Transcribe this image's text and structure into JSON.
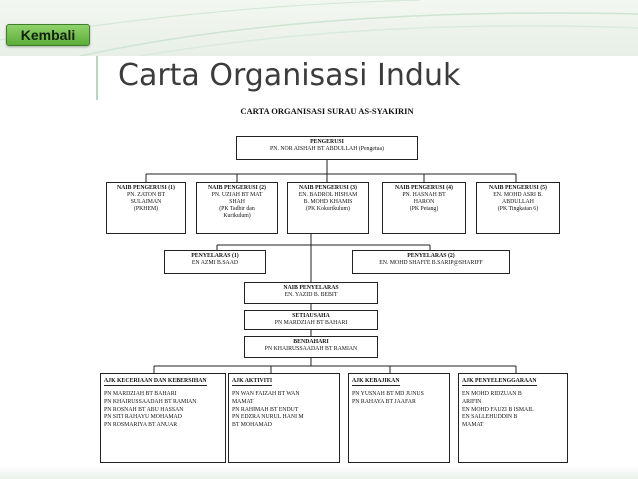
{
  "slide": {
    "back_label": "Kembali",
    "title": "Carta Organisasi Induk"
  },
  "chart": {
    "title": "CARTA ORGANISASI SURAU AS-SYAKIRIN",
    "pengerusi": {
      "heading": "PENGERUSI",
      "lines": [
        "PN. NOR AISHAH BT ABDULLAH (Pengetua)"
      ]
    },
    "naib_pengerusi": [
      {
        "heading": "NAIB PENGERUSI (1)",
        "lines": [
          "PN. ZATON BT",
          "SULAIMAN",
          "(PKHEM)"
        ]
      },
      {
        "heading": "NAIB PENGERUSI (2)",
        "lines": [
          "PN. UZIAH BT MAT",
          "SHAH",
          "(PK Tadbir dan",
          "Kurikulum)"
        ]
      },
      {
        "heading": "NAIB PENGERUSI (3)",
        "lines": [
          "EN. BADROL HISHAM",
          "B. MOHD KHAMIS",
          "(PK Kokurikulum)"
        ]
      },
      {
        "heading": "NAIB PENGERUSI (4)",
        "lines": [
          "PN. HASNAH BT",
          "HARON",
          "(PK Petang)"
        ]
      },
      {
        "heading": "NAIB PENGERUSI (5)",
        "lines": [
          "EN. MOHD ASRI B.",
          "ABDULLAH",
          "(PK Tingkatan 6)"
        ]
      }
    ],
    "penyelaras": [
      {
        "heading": "PENYELARAS (1)",
        "lines": [
          "EN AZMI B.SAAD"
        ]
      },
      {
        "heading": "PENYELARAS (2)",
        "lines": [
          "EN. MOHD SHAFI'E B.SARIP@SHARIFF"
        ]
      }
    ],
    "naib_penyelaras": {
      "heading": "NAIB PENYELARAS",
      "lines": [
        "EN. YAZID B. BEBIT"
      ]
    },
    "setiausaha": {
      "heading": "SETIAUSAHA",
      "lines": [
        "PN MARDZIAH BT BAHARI"
      ]
    },
    "bendahari": {
      "heading": "BENDAHARI",
      "lines": [
        "PN KHAIRUSSAADAH BT RAMIAN"
      ]
    },
    "ajk": [
      {
        "heading": "AJK KECERIAAN DAN KEBERSIHAN",
        "lines": [
          "PN MARDZIAH BT BAHARI",
          "PN KHAIRUSSAADAH BT RAMIAN",
          "PN ROSNAH BT ABU HASSAN",
          "PN SITI RAHAYU MOHAMAD",
          "PN ROSMARIYA BT ANUAR"
        ]
      },
      {
        "heading": "AJK AKTIVITI",
        "lines": [
          "PN WAN FAIZAH BT WAN",
          "MAMAT",
          "PN RAHIMAH BT ENDUT",
          "PN EDZRA NURUL HANI M",
          "BT MOHAMAD"
        ]
      },
      {
        "heading": "AJK KEBAJIKAN",
        "lines": [
          "PN YUSNAH BT MD JUNUS",
          "PN RAHAYA BT JAAFAR"
        ]
      },
      {
        "heading": "AJK PENYELENGGARAAN",
        "lines": [
          "EN MOHD RIDZUAN B",
          "ARIFIN",
          "EN MOHD FAUZI B ISMAIL",
          "EN SALLEHUDDIN B",
          "MAMAT"
        ]
      }
    ],
    "colors": {
      "accent_button": "#5cac3b",
      "slide_title": "#3c3c3c",
      "rule": "#b9d6c0"
    }
  }
}
